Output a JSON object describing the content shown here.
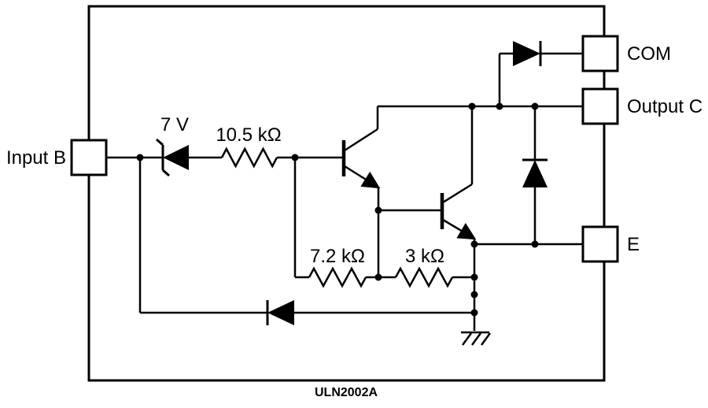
{
  "diagram": {
    "title": "ULN2002A",
    "pins": {
      "input": "Input B",
      "com": "COM",
      "output": "Output C",
      "emitter": "E"
    },
    "components": {
      "zener_label": "7 V",
      "input_resistor": "10.5 kΩ",
      "base_resistor": "7.2 kΩ",
      "emitter_resistor": "3 kΩ"
    },
    "colors": {
      "line": "#000000",
      "background": "#ffffff"
    }
  }
}
